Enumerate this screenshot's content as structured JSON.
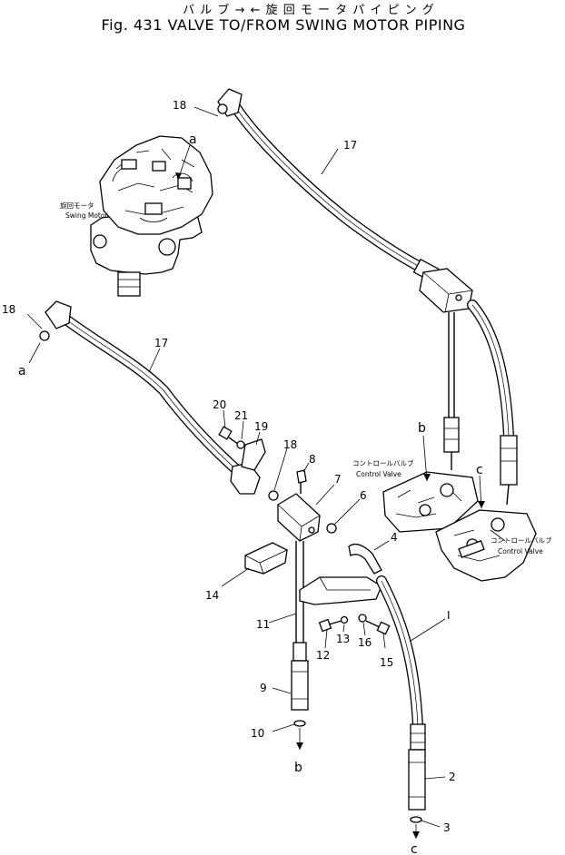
{
  "title": {
    "japanese": "バ ル ブ → ← 旋 回 モ ー タ パ イ ピ ン グ",
    "english": "Fig. 431 VALVE TO/FROM SWING MOTOR PIPING"
  },
  "component_labels": {
    "swing_motor_jp": "旋回モータ",
    "swing_motor_en": "Swing Motor",
    "control_valve_jp_1": "コントロールバルブ",
    "control_valve_en_1": "Control Valve",
    "control_valve_jp_2": "コントロールバルブ",
    "control_valve_en_2": "Control Valve"
  },
  "connection_letters": {
    "a_motor": "a",
    "a_left": "a",
    "b_valve": "b",
    "b_bottom": "b",
    "c_valve": "c",
    "c_bottom": "c"
  },
  "part_numbers": {
    "p18_top": "18",
    "p17_top": "17",
    "p18_left": "18",
    "p17_left": "17",
    "p20": "20",
    "p21": "21",
    "p19": "19",
    "p18_mid": "18",
    "p8": "8",
    "p7": "7",
    "p6": "6",
    "p4": "4",
    "p1": "I",
    "p14": "14",
    "p11": "11",
    "p12": "12",
    "p13": "13",
    "p16": "16",
    "p15": "15",
    "p9": "9",
    "p10": "10",
    "p2": "2",
    "p3": "3"
  }
}
